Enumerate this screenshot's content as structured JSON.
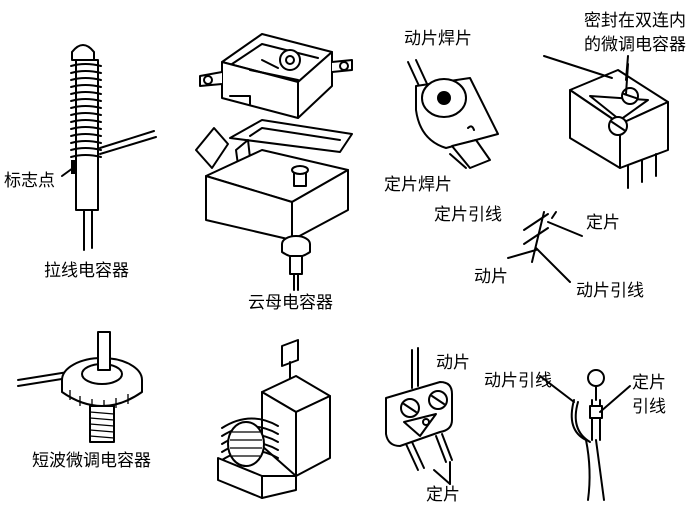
{
  "labels": {
    "mark_point": "标志点",
    "pull_wire_capacitor": "拉线电容器",
    "mica_capacitor": "云母电容器",
    "moving_plate_solder": "动片焊片",
    "fixed_plate_solder": "定片焊片",
    "sealed_trimmer_line1": "密封在双连内",
    "sealed_trimmer_line2": "的微调电容器",
    "fixed_plate_lead_top": "定片引线",
    "fixed_plate_top": "定片",
    "moving_plate_mid": "动片",
    "moving_plate_lead_mid": "动片引线",
    "shortwave_trimmer": "短波微调电容器",
    "moving_plate_bottom": "动片",
    "fixed_plate_bottom": "定片",
    "moving_plate_lead_bottom": "动片引线",
    "fixed_plate_lead_bottom_line1": "定片",
    "fixed_plate_lead_bottom_line2": "引线"
  }
}
